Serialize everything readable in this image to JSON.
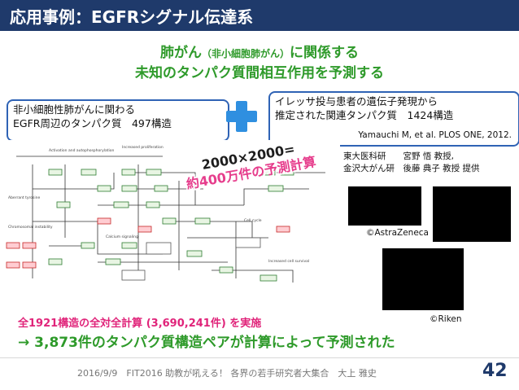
{
  "slide": {
    "title": "応用事例：EGFRシグナル伝達系",
    "heading_line1_main": "肺がん",
    "heading_line1_small": "（非小細胞肺がん）",
    "heading_line1_end": "に関係する",
    "heading_line2": "未知のタンパク質間相互作用を予測する",
    "left_box": {
      "line1": "非小細胞性肺がんに関わる",
      "line2": "EGFR周辺のタンパク質　497構造"
    },
    "right_box": {
      "line1": "イレッサ投与患者の遺伝子発現から",
      "line2": "推定された関連タンパク質　1424構造",
      "reference": "Yamauchi M, et al. PLOS ONE, 2012."
    },
    "calc_line1": "2000×2000=",
    "calc_line2": "約400万件の予測計算",
    "credit_line1": "東大医科研　　宮野 悟 教授,",
    "credit_line2": "金沢大がん研　後藤 典子 教授 提供",
    "caption_astrazeneca": "©AstraZeneca",
    "caption_riken": "©Riken",
    "note_line1": "全1921構造の全対全計算 (3,690,241件) を実施",
    "note_line2": "→ 3,873件のタンパク質構造ペアが計算によって予測された",
    "footer": "2016/9/9　FIT2016 助教が吼える！ 各界の若手研究者大集合　大上 雅史",
    "page_number": "42"
  },
  "colors": {
    "header": "#1f3a6b",
    "accent_green": "#2e9a2a",
    "accent_pink": "#e0247a",
    "box_border": "#2f63b5",
    "plus": "#2f8fe0"
  },
  "icons": {
    "plus": "plus-icon"
  }
}
